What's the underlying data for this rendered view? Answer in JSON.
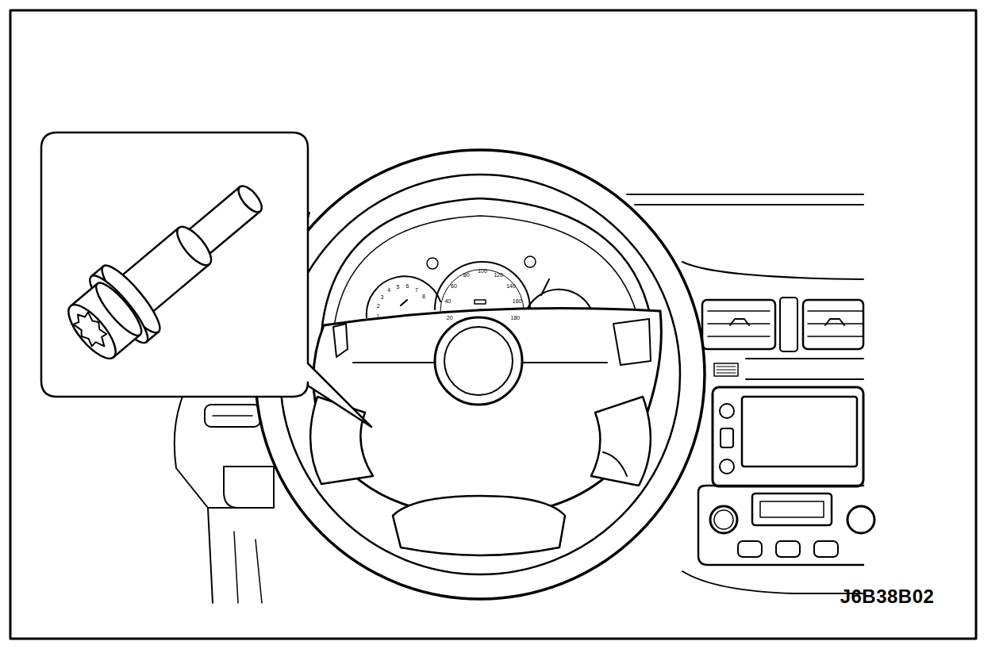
{
  "diagram": {
    "labels": [
      "20",
      "40",
      "60",
      "80",
      "100",
      "120",
      "140",
      "160",
      "180",
      "1",
      "2",
      "3",
      "4",
      "5",
      "6",
      "7",
      "8",
      "J6B38B02"
    ]
  }
}
